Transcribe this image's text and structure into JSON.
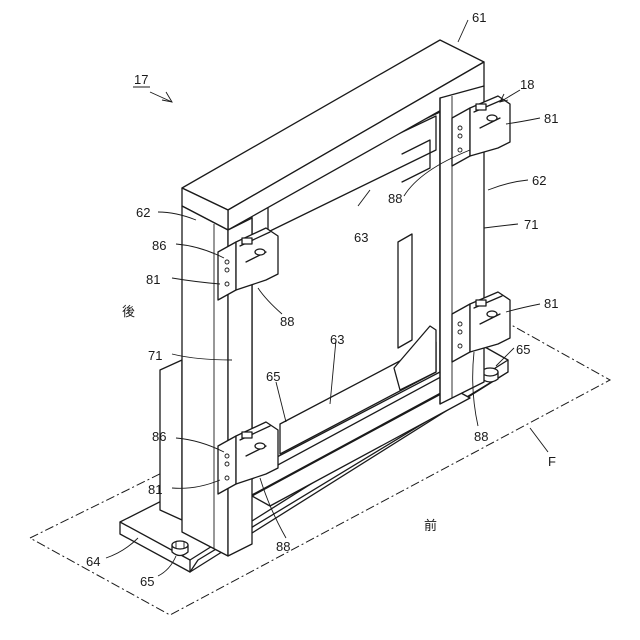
{
  "labels": {
    "frame": "17",
    "latch_assembly": "18",
    "top_beam": "61",
    "left_post": "62",
    "right_post": "62",
    "upper_crossbar": "63",
    "lower_crossbar": "63",
    "base_plate": "64",
    "bolt_left": "65",
    "bolt_right": "65",
    "inner_bolt": "65",
    "left_post_face": "71",
    "right_post_face": "71",
    "latch_ul": "81",
    "latch_ll": "81",
    "latch_ur": "81",
    "latch_lr": "81",
    "block_ul": "86",
    "block_ll": "86",
    "hook_ul": "88",
    "hook_ll": "88",
    "hook_ur": "88",
    "hook_lr": "88",
    "floor": "F",
    "rear": "後",
    "front": "前"
  }
}
